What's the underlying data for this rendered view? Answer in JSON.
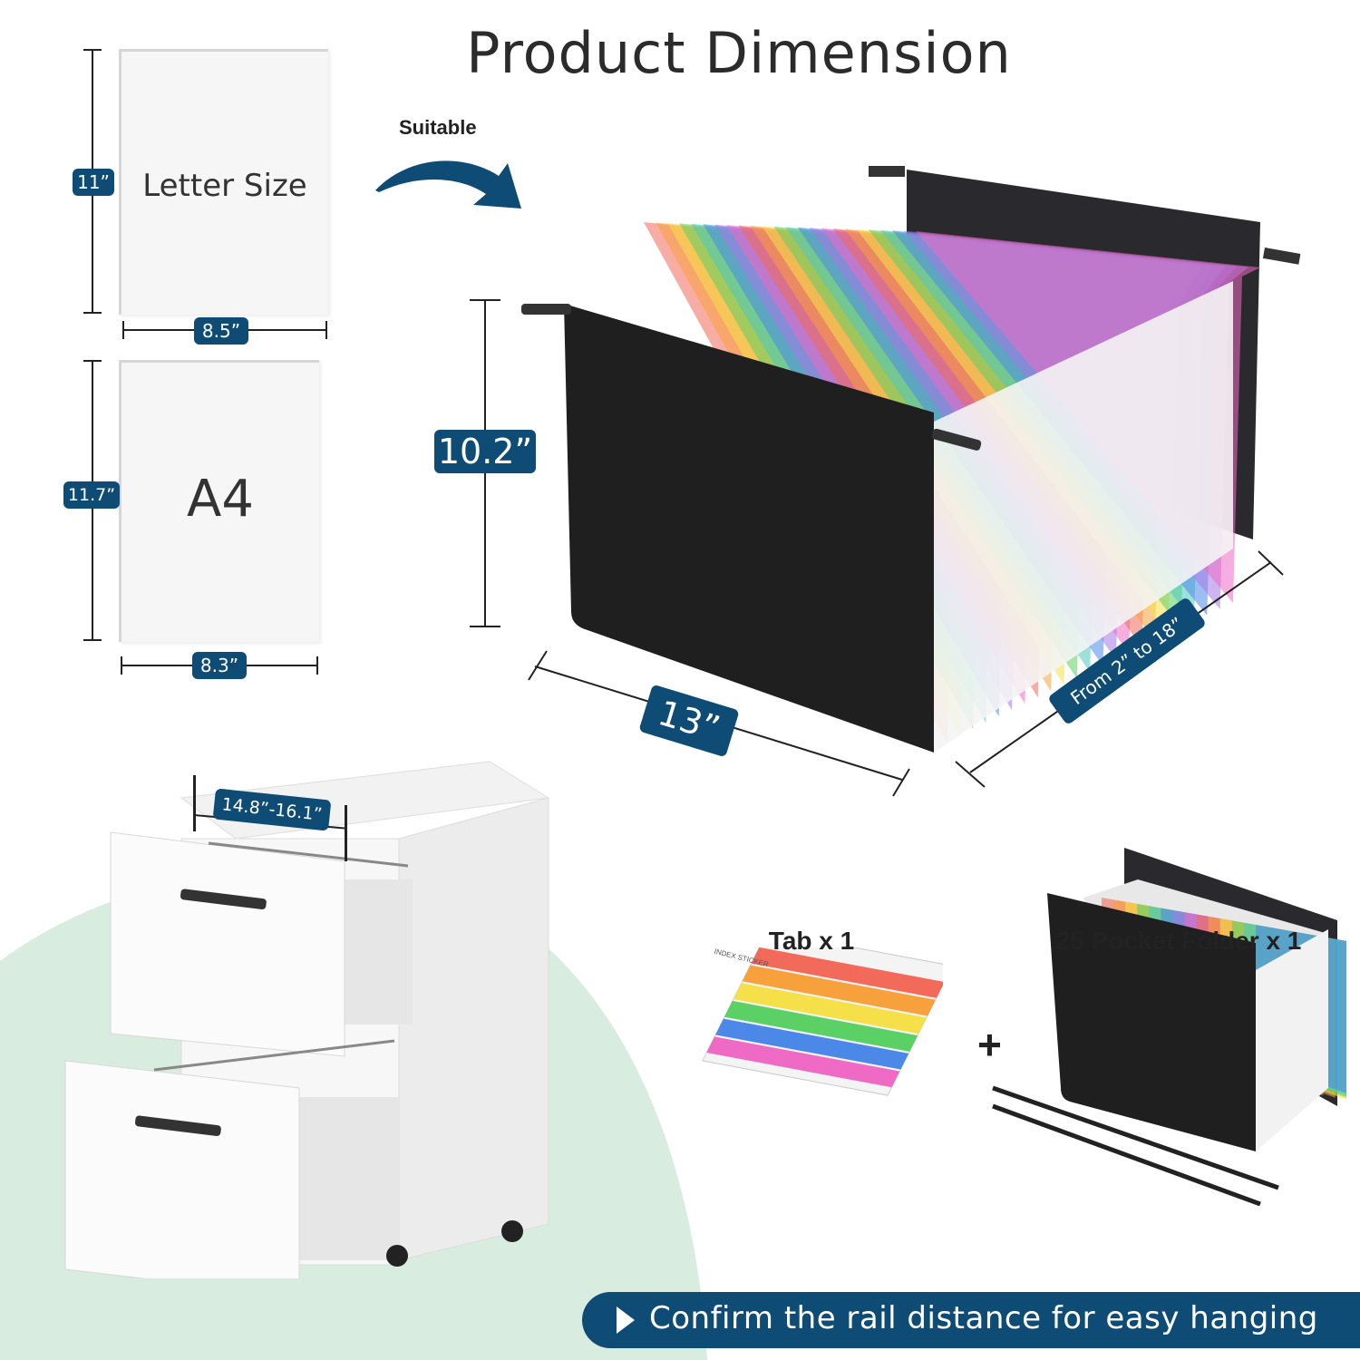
{
  "title": "Product Dimension",
  "suitable_label": "Suitable",
  "letter": {
    "label": "Letter Size",
    "height": "11”",
    "width": "8.5”"
  },
  "a4": {
    "label": "A4",
    "height": "11.7”",
    "width": "8.3”"
  },
  "folder_dims": {
    "height": "10.2”",
    "length": "13”",
    "expand": "From 2” to 18”"
  },
  "cabinet_dim": "14.8”-16.1”",
  "accessories": {
    "tab_caption": "Tab x 1",
    "folder_caption": "25 Pocket Folder x 1",
    "plus": "+"
  },
  "sticker_text": {
    "header": "INDEX STICKER"
  },
  "banner": {
    "text": "Confirm the rail distance for easy hanging"
  },
  "colors": {
    "badge": "#0f4c75",
    "background_blob": "#d8ece0",
    "folder_black": "#1f1f1f"
  },
  "icons": [
    "curved-arrow-icon",
    "play-triangle-icon"
  ]
}
